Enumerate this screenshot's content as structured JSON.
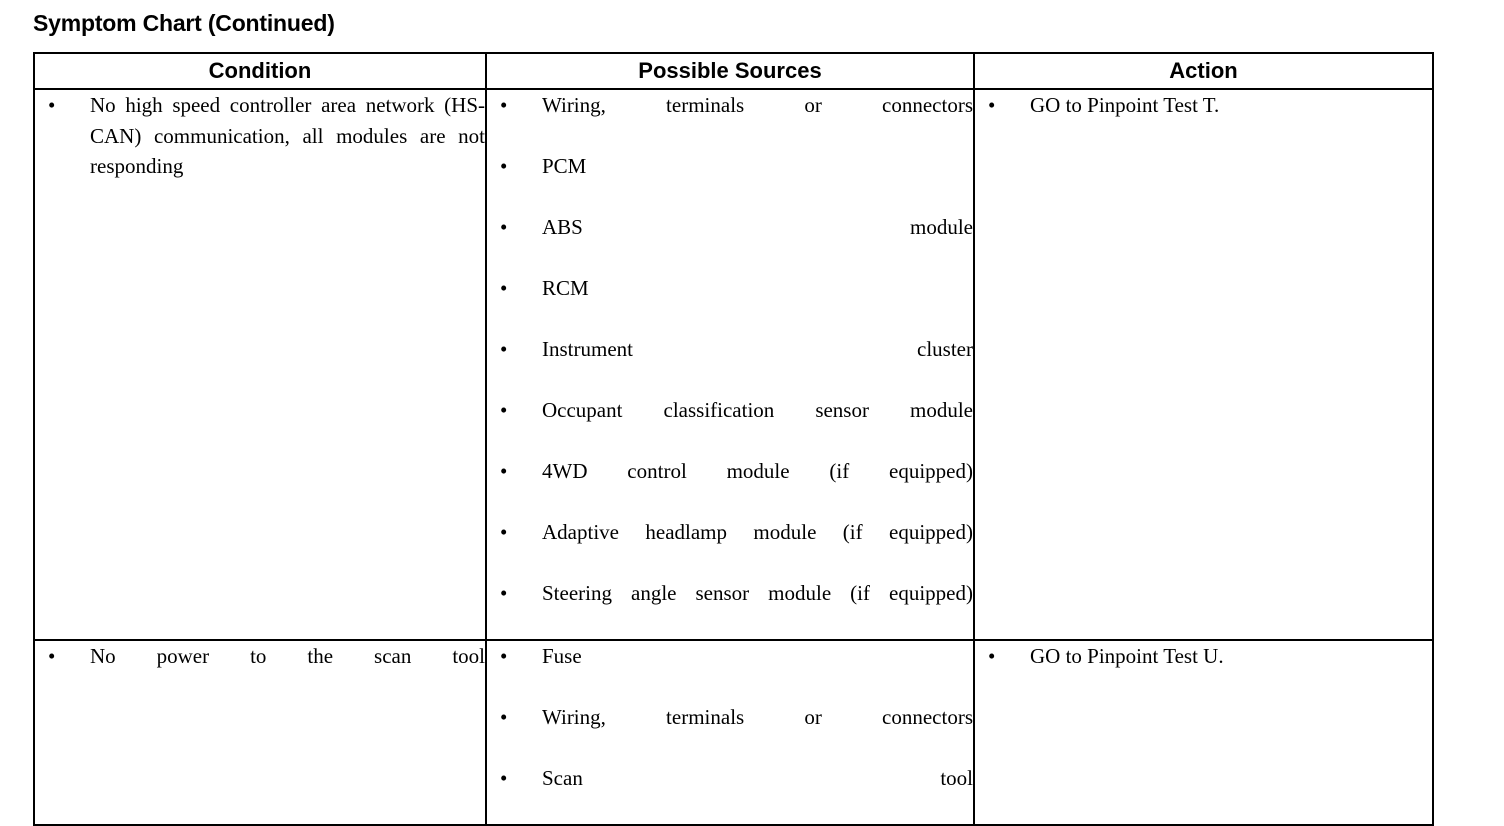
{
  "title": "Symptom Chart (Continued)",
  "table": {
    "headers": {
      "condition": "Condition",
      "sources": "Possible Sources",
      "action": "Action"
    },
    "bullet_glyph": "•",
    "rows": [
      {
        "condition": [
          "No high speed controller area network (HS-CAN) communication, all modules are not responding"
        ],
        "sources": [
          "Wiring, terminals or connectors",
          "PCM",
          "ABS module",
          "RCM",
          "Instrument cluster",
          "Occupant classification sensor module",
          "4WD control module (if equipped)",
          "Adaptive headlamp module (if equipped)",
          "Steering angle sensor module (if equipped)"
        ],
        "action": [
          "GO to Pinpoint Test T."
        ]
      },
      {
        "condition": [
          "No power to the scan tool"
        ],
        "sources": [
          "Fuse",
          "Wiring, terminals or connectors",
          "Scan tool"
        ],
        "action": [
          "GO to Pinpoint Test U."
        ]
      }
    ]
  },
  "colors": {
    "background": "#ffffff",
    "text": "#000000",
    "border": "#000000"
  }
}
